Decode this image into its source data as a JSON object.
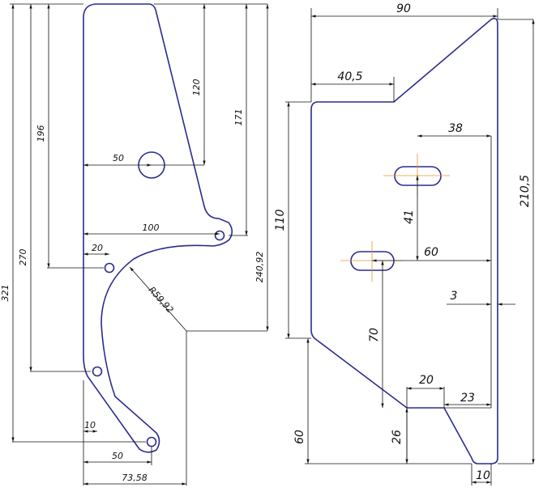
{
  "left_part": {
    "dims": {
      "d120": "120",
      "d196": "196",
      "d171": "171",
      "d50_top": "50",
      "d100": "100",
      "d20": "20",
      "d270": "270",
      "d321": "321",
      "d24092": "240,92",
      "r5992": "R59,92",
      "d10": "10",
      "d50_bottom": "50",
      "d7358": "73,58"
    }
  },
  "right_part": {
    "dims": {
      "d90": "90",
      "d405": "40,5",
      "d38": "38",
      "d2105": "210,5",
      "d110": "110",
      "d41": "41",
      "d60_mid": "60",
      "d3": "3",
      "d70": "70",
      "d20": "20",
      "d23": "23",
      "d60_left": "60",
      "d26": "26",
      "d10": "10"
    }
  },
  "colors": {
    "outline": "#2b2b8f",
    "dimension": "#111111",
    "centerline": "#e09a2a"
  }
}
